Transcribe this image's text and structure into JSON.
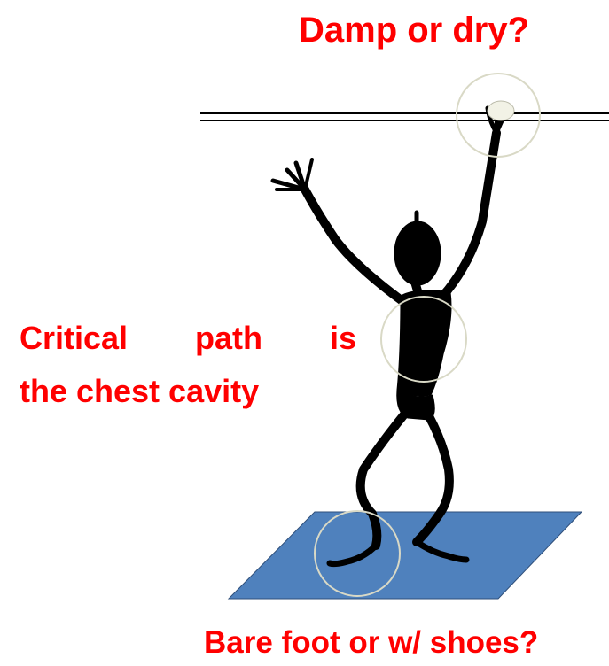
{
  "labels": {
    "top": "Damp or dry?",
    "middle_line1": "Critical path is",
    "middle_line2": "the chest cavity",
    "bottom": "Bare foot or w/ shoes?"
  },
  "colors": {
    "text": "#ff0000",
    "figure": "#000000",
    "mat": "#4f81bd",
    "highlight_circle": "#d9d9c6",
    "hand_contact": "#f2f2e6"
  },
  "icons": {
    "figure": "stick-figure-icon",
    "wire": "overhead-wire-icon",
    "mat": "floor-mat-icon"
  }
}
